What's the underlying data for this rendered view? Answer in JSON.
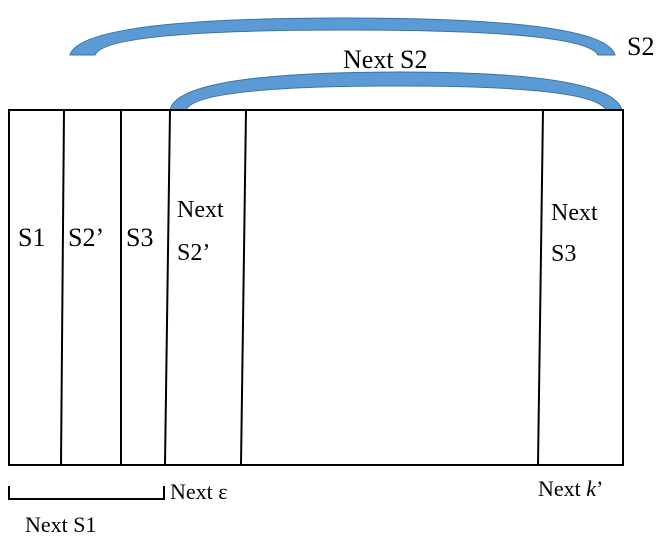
{
  "arcs": {
    "outer": {
      "label": "S2",
      "color": "#5b9bd5"
    },
    "inner": {
      "label": "Next S2",
      "color": "#5b9bd5"
    }
  },
  "cells": {
    "s1": "S1",
    "s2_prime": "S2’",
    "s3": "S3",
    "next_s2_prime_line1": "Next",
    "next_s2_prime_line2": "S2’",
    "next_s3_line1": "Next",
    "next_s3_line2": "S3"
  },
  "bottom": {
    "next_s1": "Next S1",
    "next_epsilon": "Next ε",
    "next_k_prefix": "Next ",
    "next_k_var": "k",
    "next_k_suffix": "’"
  }
}
